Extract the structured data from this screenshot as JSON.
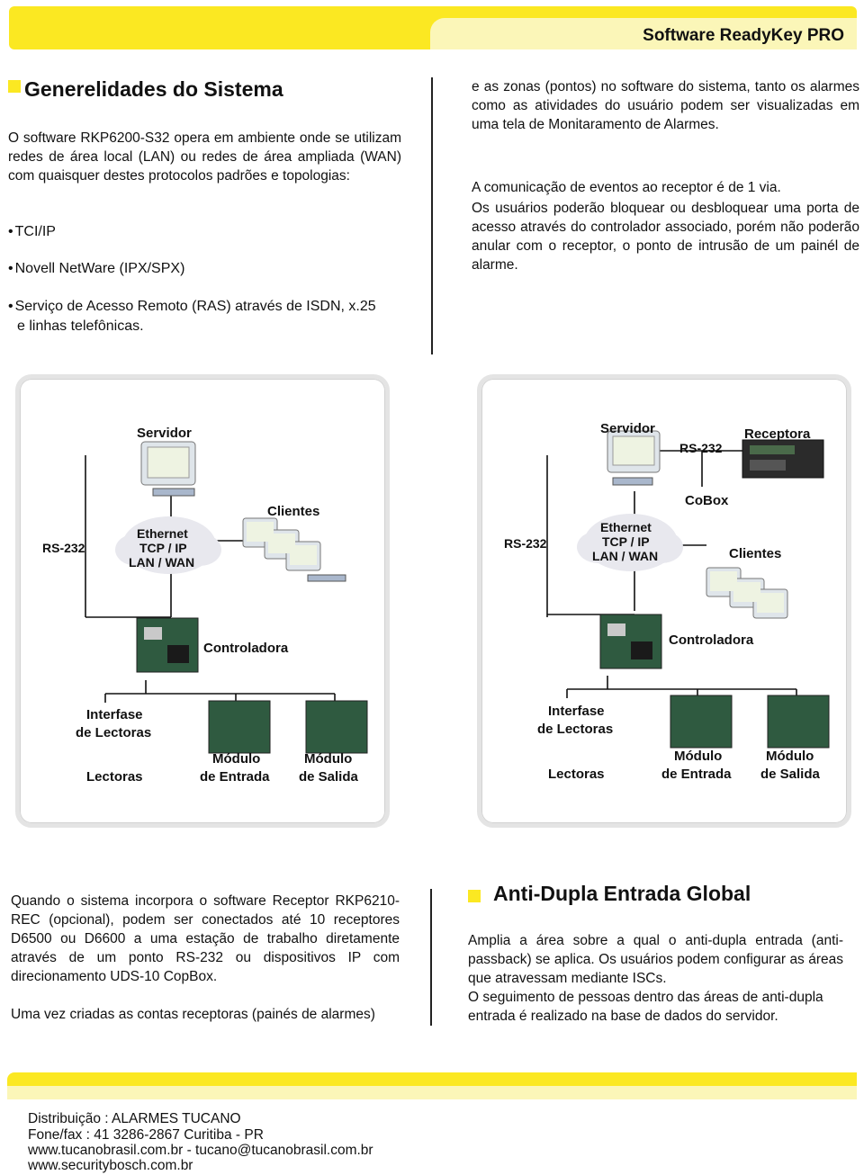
{
  "header": {
    "title": "Software ReadyKey PRO"
  },
  "section1": {
    "heading": "Generelidades do Sistema",
    "intro": "O software RKP6200-S32 opera em ambiente onde se utilizam redes de área local (LAN) ou redes de área ampliada (WAN) com quaisquer destes protocolos padrões e topologias:",
    "bullets": [
      "TCI/IP",
      "Novell NetWare (IPX/SPX)",
      "Serviço de Acesso Remoto (RAS) através de ISDN, x.25",
      "e linhas telefônicas."
    ]
  },
  "right_column": {
    "p1": "e as zonas (pontos) no software do sistema, tanto os alarmes como as atividades do usuário podem ser visualizadas em uma tela de Monitaramento de Alarmes.",
    "p2": "A comunicação de eventos ao receptor é de 1 via.",
    "p3": "Os usuários poderão bloquear ou desbloquear uma porta de acesso através do controlador associado, porém não poderão anular com o receptor, o ponto de intrusão de um painél de alarme."
  },
  "diagram_left": {
    "servidor": "Servidor",
    "clientes": "Clientes",
    "rs232": "RS-232",
    "ethernet": [
      "Ethernet",
      "TCP / IP",
      "LAN / WAN"
    ],
    "controladora": "Controladora",
    "interfase": [
      "Interfase",
      "de Lectoras"
    ],
    "lectoras": "Lectoras",
    "modulo_entrada": [
      "Módulo",
      "de Entrada"
    ],
    "modulo_salida": [
      "Módulo",
      "de Salida"
    ]
  },
  "diagram_right": {
    "servidor": "Servidor",
    "receptora": "Receptora",
    "rs232_top": "RS-232",
    "cobox": "CoBox",
    "rs232": "RS-232",
    "ethernet": [
      "Ethernet",
      "TCP / IP",
      "LAN / WAN"
    ],
    "clientes": "Clientes",
    "controladora": "Controladora",
    "interfase": [
      "Interfase",
      "de Lectoras"
    ],
    "lectoras": "Lectoras",
    "modulo_entrada": [
      "Módulo",
      "de Entrada"
    ],
    "modulo_salida": [
      "Módulo",
      "de Salida"
    ]
  },
  "bottom_left": {
    "p1": "Quando o sistema incorpora o software Receptor RKP6210-REC (opcional), podem ser conectados até 10 receptores D6500 ou D6600 a uma estação de trabalho diretamente através de um ponto RS-232 ou dispositivos IP com direcionamento UDS-10 CopBox.",
    "p2": "Uma vez criadas as contas receptoras (painés de alarmes)"
  },
  "section2": {
    "heading": "Anti-Dupla Entrada Global",
    "p1": "Amplia a área sobre a qual o anti-dupla entrada (anti-passback) se aplica. Os usuários podem configurar as áreas que atravessam mediante ISCs.",
    "p2": "O seguimento de pessoas dentro das áreas de anti-dupla entrada é realizado na base de dados do servidor."
  },
  "footer": {
    "line1": "Distribuição : ALARMES TUCANO",
    "line2": "Fone/fax : 41  3286-2867  Curitiba - PR",
    "line3": "www.tucanobrasil.com.br - tucano@tucanobrasil.com.br",
    "line4": "www.securitybosch.com.br"
  },
  "colors": {
    "accent": "#fbe822",
    "accent_light": "#fbf6b8",
    "text": "#111111"
  },
  "icons": [
    "server-computer-icon",
    "client-computer-icon",
    "network-cloud-icon",
    "circuit-board-icon",
    "receiver-panel-icon"
  ]
}
